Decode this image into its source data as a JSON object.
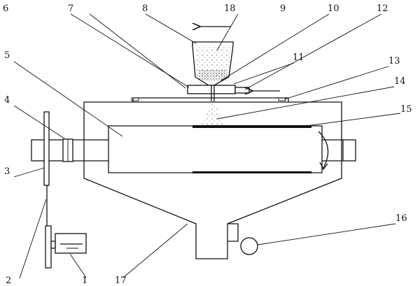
{
  "labels": {
    "l1": "1",
    "l2": "2",
    "l3": "3",
    "l4": "4",
    "l5": "5",
    "l6": "6",
    "l7": "7",
    "l8": "8",
    "l9": "9",
    "l10": "10",
    "l11": "11",
    "l12": "12",
    "l13": "13",
    "l14": "14",
    "l15": "15",
    "l16": "16",
    "l17": "17",
    "l18": "18"
  }
}
